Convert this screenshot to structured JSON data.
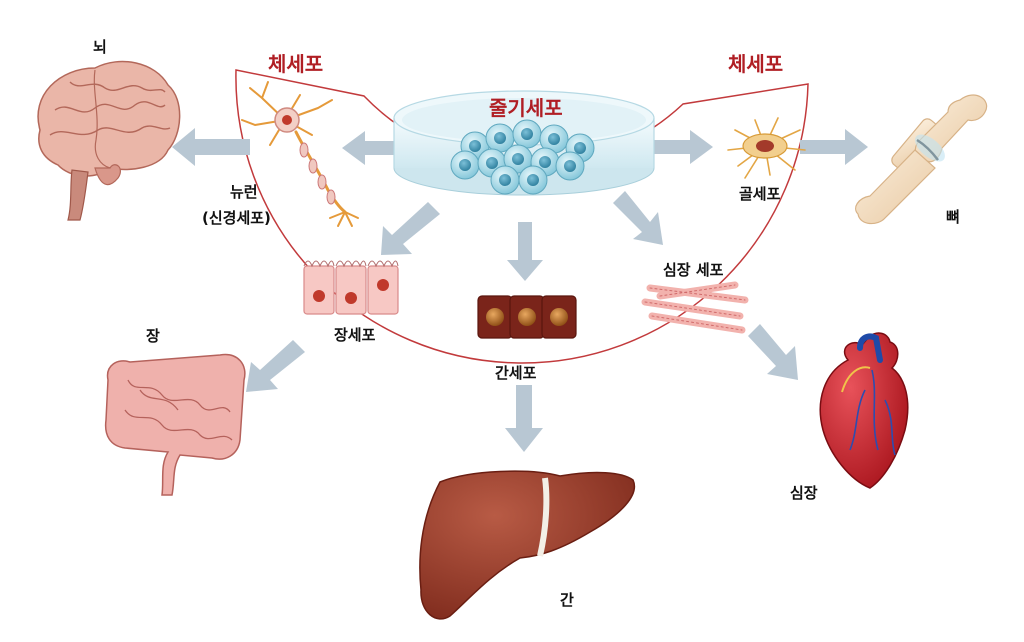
{
  "labels": {
    "stem_cell": "줄기세포",
    "somatic_left": "체세포",
    "somatic_right": "체세포",
    "brain": "뇌",
    "neuron": "뉴런",
    "neuron_sub": "(신경세포)",
    "bone_cell": "골세포",
    "bone": "뼈",
    "intestine_cell": "장세포",
    "intestine": "장",
    "liver_cell": "간세포",
    "liver": "간",
    "heart_cell": "심장 세포",
    "heart": "심장"
  },
  "colors": {
    "boundary": "#c23a3c",
    "title_red": "#b01e24",
    "arrow": "#b8c7d3",
    "organ_liver": "#9c3a2a",
    "organ_heart": "#c3242c",
    "brain": "#e9b3a6",
    "bone": "#f2dcc0",
    "cell_pink": "#f3b7b4",
    "petri": "#d7eef5"
  }
}
